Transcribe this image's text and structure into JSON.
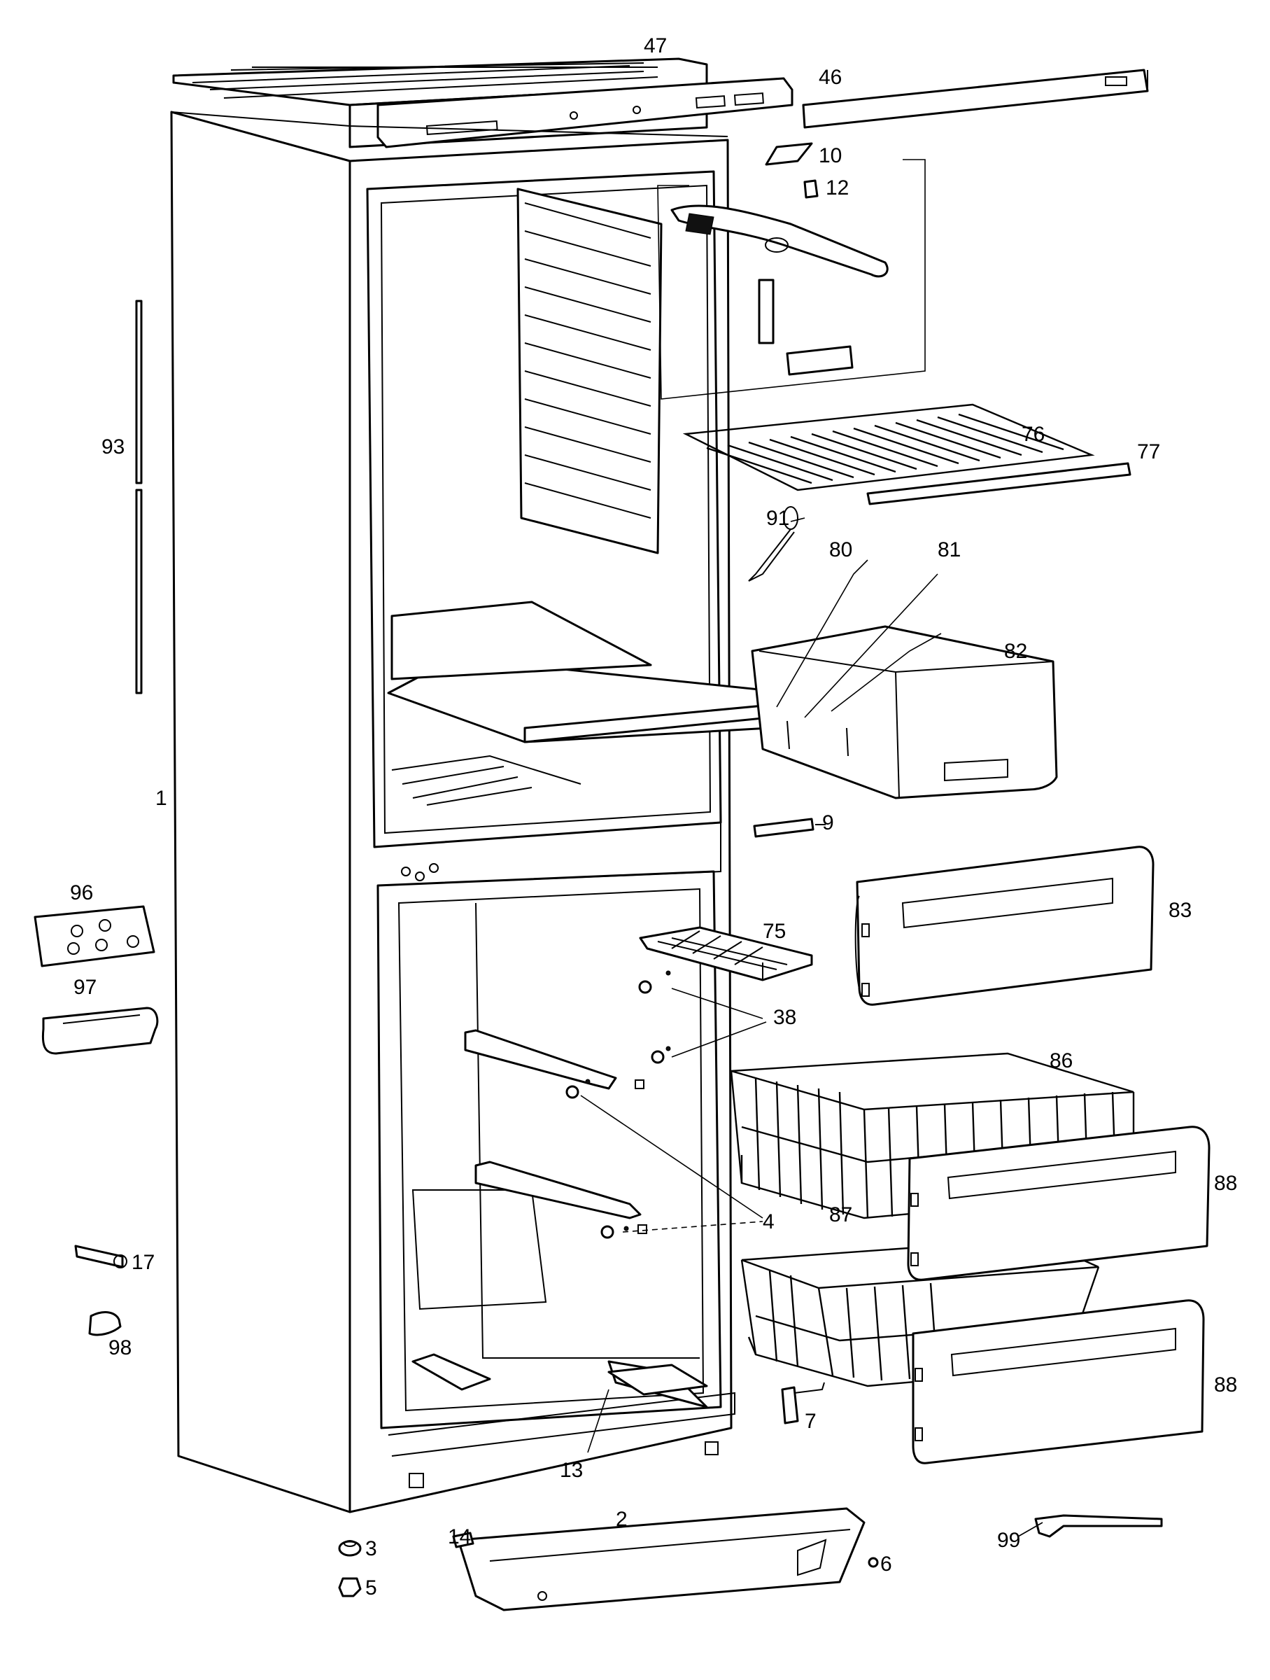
{
  "callouts": {
    "c1": "1",
    "c2": "2",
    "c3": "3",
    "c4": "4",
    "c5": "5",
    "c6": "6",
    "c7": "7",
    "c9": "9",
    "c10": "10",
    "c12": "12",
    "c13": "13",
    "c14": "14",
    "c17": "17",
    "c38": "38",
    "c46": "46",
    "c47": "47",
    "c75": "75",
    "c76": "76",
    "c77": "77",
    "c80": "80",
    "c81": "81",
    "c82": "82",
    "c83": "83",
    "c86": "86",
    "c87": "87",
    "c88a": "88",
    "c88b": "88",
    "c91": "91",
    "c93": "93",
    "c96": "96",
    "c97": "97",
    "c98": "98",
    "c99": "99"
  }
}
